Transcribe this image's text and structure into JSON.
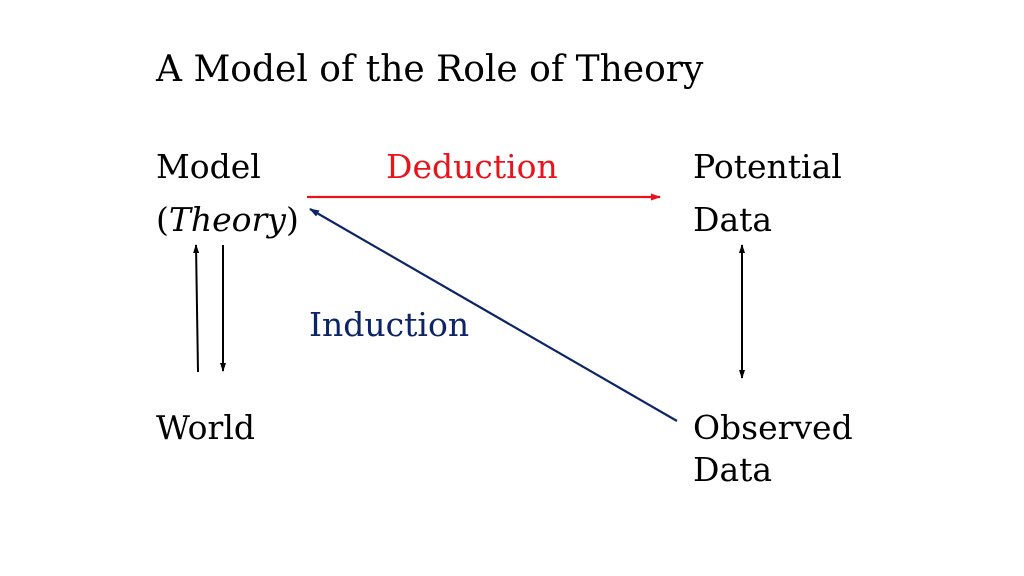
{
  "title": "A Model of the Role of Theory",
  "nodes": {
    "model": {
      "line1": "Model",
      "line2_open": "(",
      "line2_italic": "Theory",
      "line2_close": ")"
    },
    "potential_data": {
      "line1": "Potential",
      "line2": "Data"
    },
    "world": {
      "label": "World"
    },
    "observed_data": {
      "line1": "Observed",
      "line2": "Data"
    }
  },
  "edges": {
    "deduction": {
      "label": "Deduction",
      "color": "#e8141b"
    },
    "induction": {
      "label": "Induction",
      "color": "#0d2566"
    }
  },
  "colors": {
    "text": "#000000",
    "background": "#ffffff",
    "plain_arrow": "#000000"
  }
}
